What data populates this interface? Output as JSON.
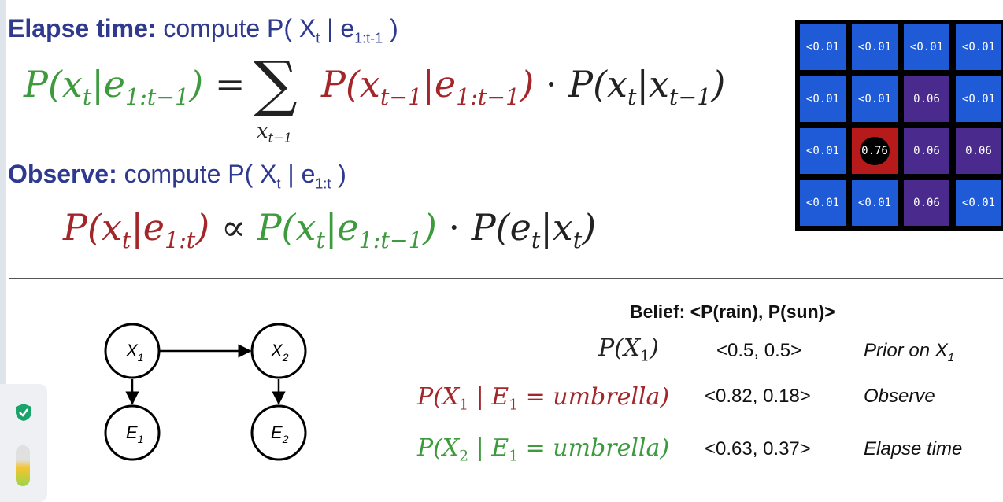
{
  "elapse": {
    "label": "Elapse time:",
    "text_pre": " compute P( X",
    "sub_t": "t",
    "text_mid": " | e",
    "sub_range": "1:t-1",
    "text_post": " )"
  },
  "observe": {
    "label": "Observe:",
    "text_pre": " compute P( X",
    "sub_t": "t",
    "text_mid": " | e",
    "sub_range": "1:t",
    "text_post": " )"
  },
  "grid": {
    "cells": [
      [
        "<0.01",
        "<0.01",
        "<0.01",
        "<0.01"
      ],
      [
        "<0.01",
        "<0.01",
        "0.06",
        "<0.01"
      ],
      [
        "<0.01",
        "0.76",
        "0.06",
        "0.06"
      ],
      [
        "<0.01",
        "<0.01",
        "0.06",
        "<0.01"
      ]
    ],
    "colors": {
      "low": "#1f5bd6",
      "mid": "#4a2a8c",
      "high": "#b71a1a",
      "border": "#111111"
    }
  },
  "network": {
    "nodes": [
      {
        "main": "X",
        "sub": "1"
      },
      {
        "main": "X",
        "sub": "2"
      },
      {
        "main": "E",
        "sub": "1"
      },
      {
        "main": "E",
        "sub": "2"
      }
    ]
  },
  "belief": {
    "title": "Belief: <P(rain), P(sun)>",
    "rows": [
      {
        "value": "<0.5, 0.5>",
        "note": "Prior on X",
        "note_sub": "1"
      },
      {
        "value": "<0.82, 0.18>",
        "note": "Observe",
        "note_sub": ""
      },
      {
        "value": "<0.63, 0.37>",
        "note": "Elapse time",
        "note_sub": ""
      }
    ]
  },
  "colors": {
    "heading": "#2f3a8f",
    "green": "#3d9a3d",
    "red": "#a3262a"
  },
  "icons": {
    "widget_top": "shield-check-icon",
    "widget_bottom": "battery-level-icon"
  }
}
